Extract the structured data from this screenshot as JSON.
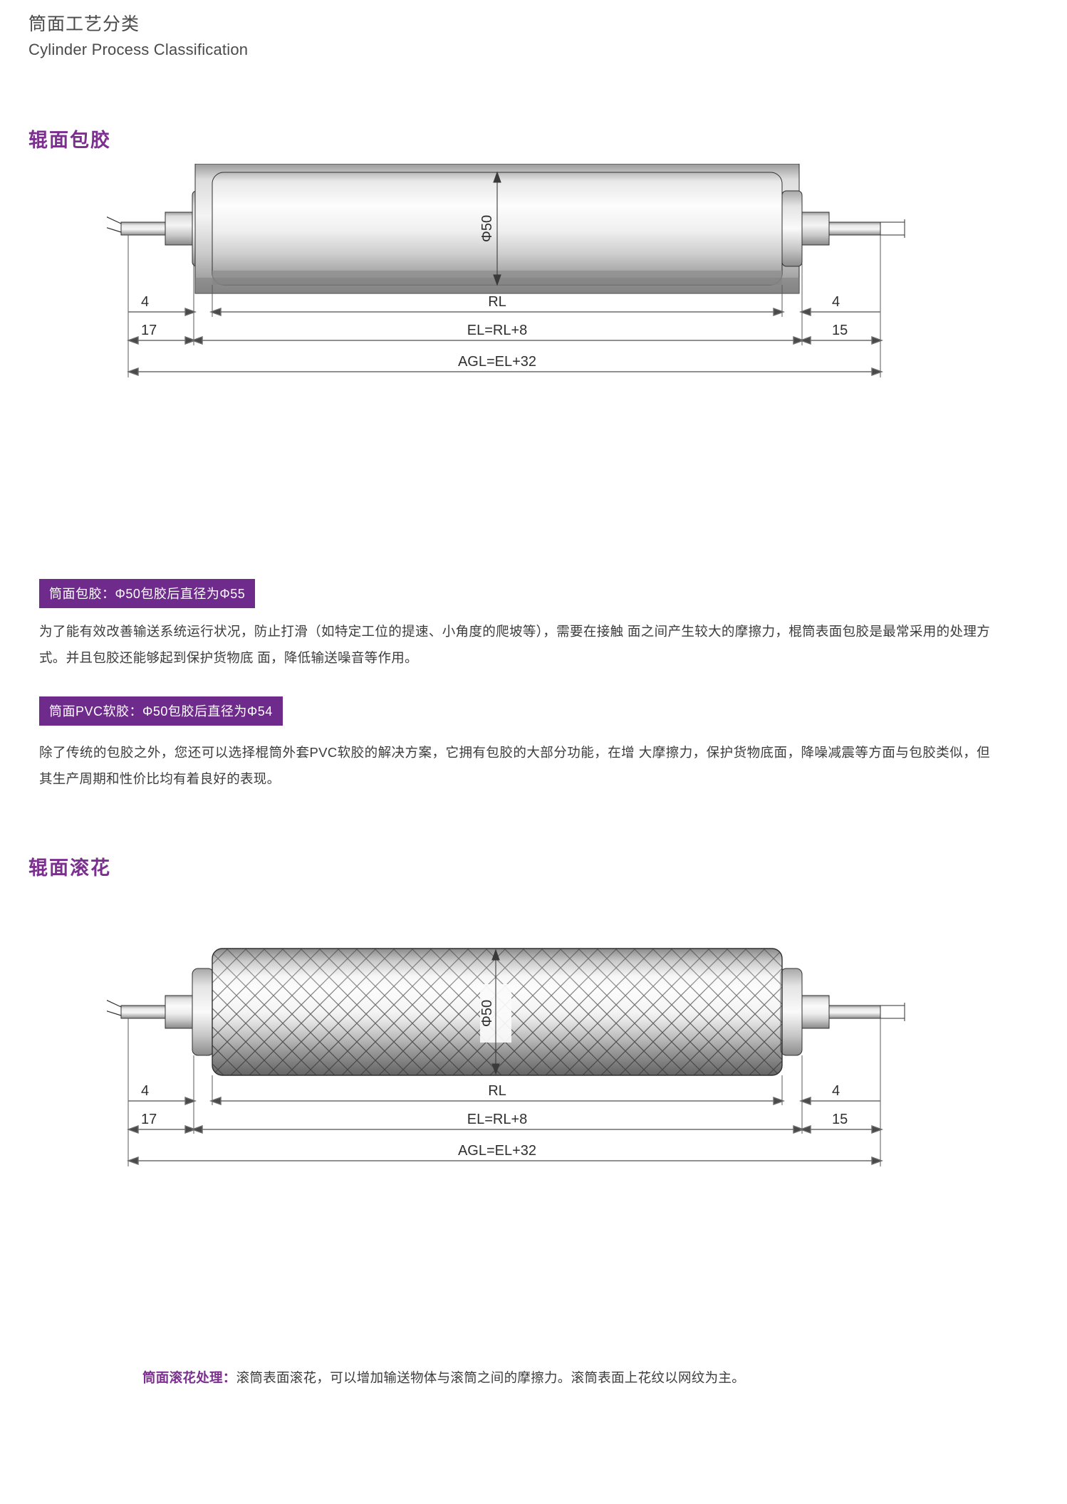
{
  "header": {
    "title_cn": "筒面工艺分类",
    "title_en": "Cylinder Process Classification"
  },
  "sections": [
    {
      "heading": "辊面包胶",
      "figure": {
        "diameter_label": "Φ50",
        "dimensions": {
          "left_small": "4",
          "left_large": "17",
          "center_top": "RL",
          "center_mid": "EL=RL+8",
          "center_bottom": "AGL=EL+32",
          "right_small": "4",
          "right_large": "15"
        }
      },
      "banners": [
        {
          "id": "banner-rubber",
          "text": "筒面包胶：Φ50包胶后直径为Φ55"
        },
        {
          "id": "banner-pvc",
          "text": "筒面PVC软胶：Φ50包胶后直径为Φ54"
        }
      ],
      "paragraphs": [
        {
          "id": "para-rubber",
          "text": "为了能有效改善输送系统运行状况，防止打滑（如特定工位的提速、小角度的爬坡等），需要在接触 面之间产生较大的摩擦力，棍筒表面包胶是最常采用的处理方式。并且包胶还能够起到保护货物底 面，降低输送噪音等作用。"
        },
        {
          "id": "para-pvc",
          "text": "除了传统的包胶之外，您还可以选择棍筒外套PVC软胶的解决方案，它拥有包胶的大部分功能，在增 大摩擦力，保护货物底面，降噪减震等方面与包胶类似，但其生产周期和性价比均有着良好的表现。"
        }
      ]
    },
    {
      "heading": "辊面滚花",
      "figure": {
        "diameter_label": "Φ50",
        "dimensions": {
          "left_small": "4",
          "left_large": "17",
          "center_top": "RL",
          "center_mid": "EL=RL+8",
          "center_bottom": "AGL=EL+32",
          "right_small": "4",
          "right_large": "15"
        }
      },
      "caption": {
        "lead": "筒面滚花处理：",
        "text": "滚筒表面滚花，可以增加输送物体与滚筒之间的摩擦力。滚筒表面上花纹以网纹为主。"
      }
    }
  ],
  "colors": {
    "accent_purple": "#7b2f8e",
    "banner_purple": "#6e2b8b",
    "body_text": "#3c3c3c",
    "drawing_line": "#4a4a4a"
  }
}
